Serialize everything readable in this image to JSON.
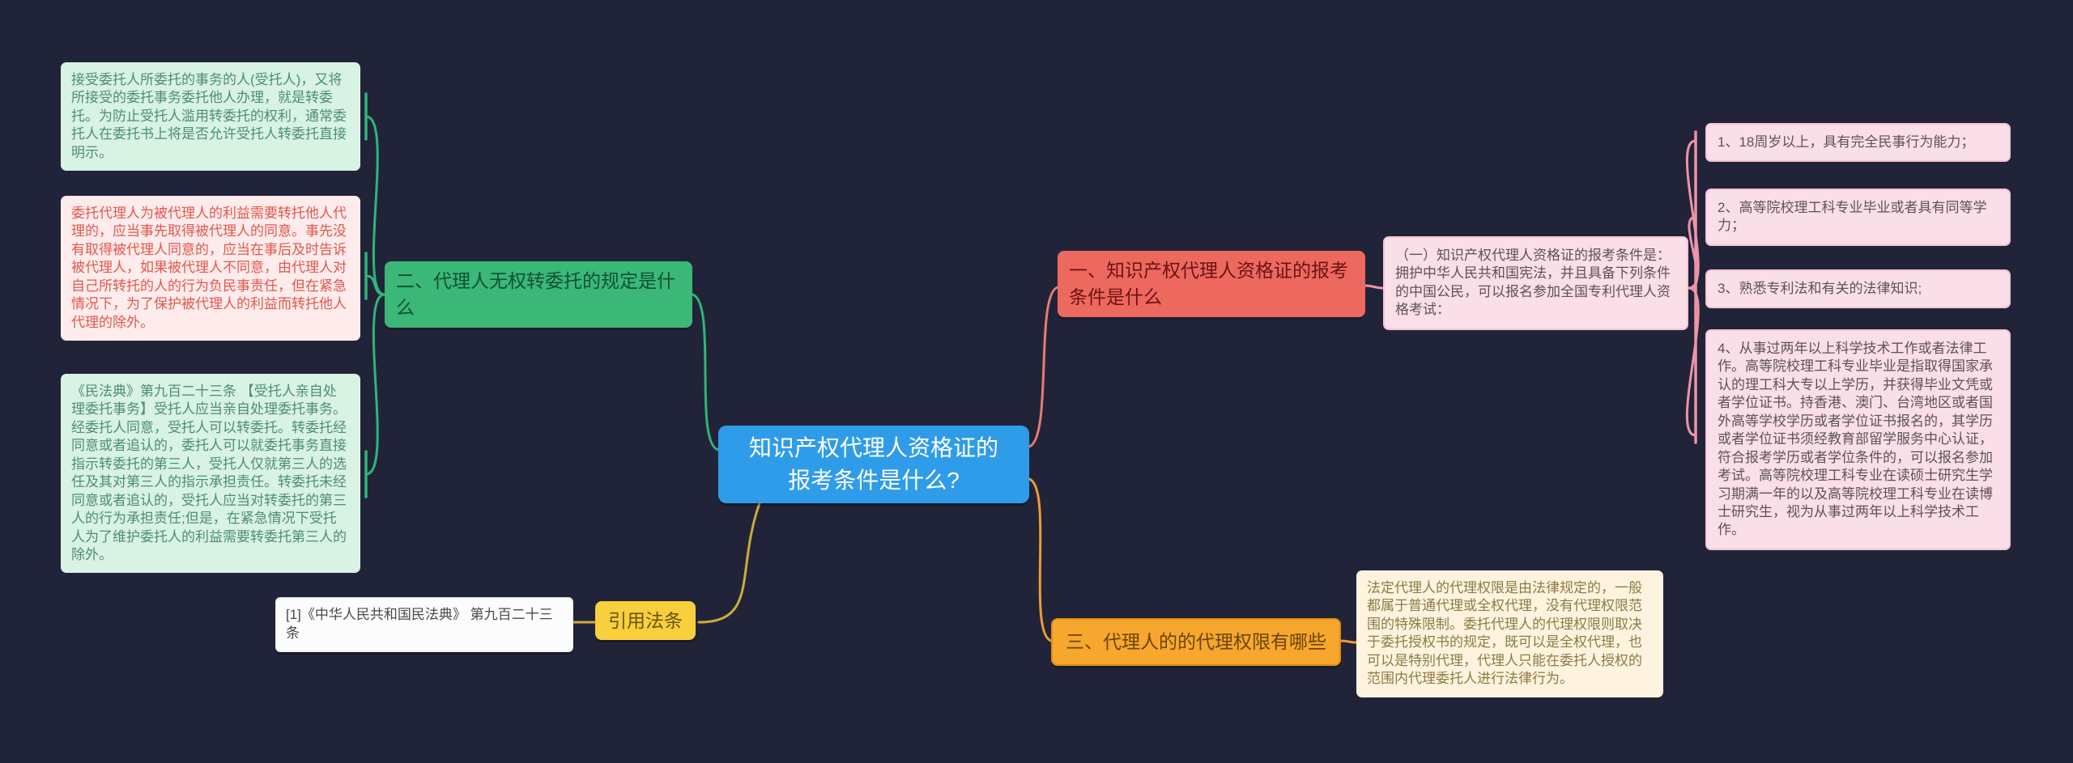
{
  "center_topic": {
    "text": "知识产权代理人资格证的报考条件是什么?"
  },
  "branches": {
    "qualification": {
      "topic": "一、知识产权代理人资格证的报考条件是什么",
      "intro": "（一）知识产权代理人资格证的报考条件是：拥护中华人民共和国宪法，并且具备下列条件的中国公民，可以报名参加全国专利代理人资格考试：",
      "requirements": [
        "1、18周岁以上，具有完全民事行为能力；",
        "2、高等院校理工科专业毕业或者具有同等学力；",
        "3、熟悉专利法和有关的法律知识;",
        "4、从事过两年以上科学技术工作或者法律工作。高等院校理工科专业毕业是指取得国家承认的理工科大专以上学历，并获得毕业文凭或者学位证书。持香港、澳门、台湾地区或者国外高等学校学历或者学位证书报名的，其学历或者学位证书须经教育部留学服务中心认证，符合报考学历或者学位条件的，可以报名参加考试。高等院校理工科专业在读硕士研究生学习期满一年的以及高等院校理工科专业在读博士研究生，视为从事过两年以上科学技术工作。"
      ]
    },
    "delegation": {
      "topic": "二、代理人无权转委托的规定是什么",
      "notes": [
        "接受委托人所委托的事务的人(受托人)，又将所接受的委托事务委托他人办理，就是转委托。为防止受托人滥用转委托的权利，通常委托人在委托书上将是否允许受托人转委托直接明示。",
        "委托代理人为被代理人的利益需要转托他人代理的，应当事先取得被代理人的同意。事先没有取得被代理人同意的，应当在事后及时告诉被代理人，如果被代理人不同意，由代理人对自己所转托的人的行为负民事责任，但在紧急情况下，为了保护被代理人的利益而转托他人代理的除外。",
        "《民法典》第九百二十三条 【受托人亲自处理委托事务】受托人应当亲自处理委托事务。经委托人同意，受托人可以转委托。转委托经同意或者追认的，委托人可以就委托事务直接指示转委托的第三人，受托人仅就第三人的选任及其对第三人的指示承担责任。转委托未经同意或者追认的，受托人应当对转委托的第三人的行为承担责任;但是，在紧急情况下受托人为了维护委托人的利益需要转委托第三人的除外。"
      ],
      "citation": {
        "text": "[1]《中华人民共和国民法典》 第九百二十三条",
        "tag": "引用法条"
      }
    },
    "authority": {
      "topic": "三、代理人的的代理权限有哪些",
      "note": "法定代理人的代理权限是由法律规定的，一般都属于普通代理或全权代理，没有代理权限范围的特殊限制。委托代理人的代理权限则取决于委托授权书的规定，既可以是全权代理，也可以是特别代理，代理人只能在委托人授权的范围内代理委托人进行法律行为。"
    }
  },
  "colors": {
    "background": "#212438",
    "center_node": "#2f9ce9",
    "delegation_branch": "#2fb57a",
    "qualification_node": "#ed685f",
    "qualification_branch": "#ee93a8",
    "authority_branch": "#f09b36",
    "citation_branch": "#ccaa3e",
    "note_mint": "#d8f2e4",
    "note_pink": "#fadee8",
    "note_cream": "#fdf3de",
    "tag_yellow": "#f8cf3c"
  }
}
